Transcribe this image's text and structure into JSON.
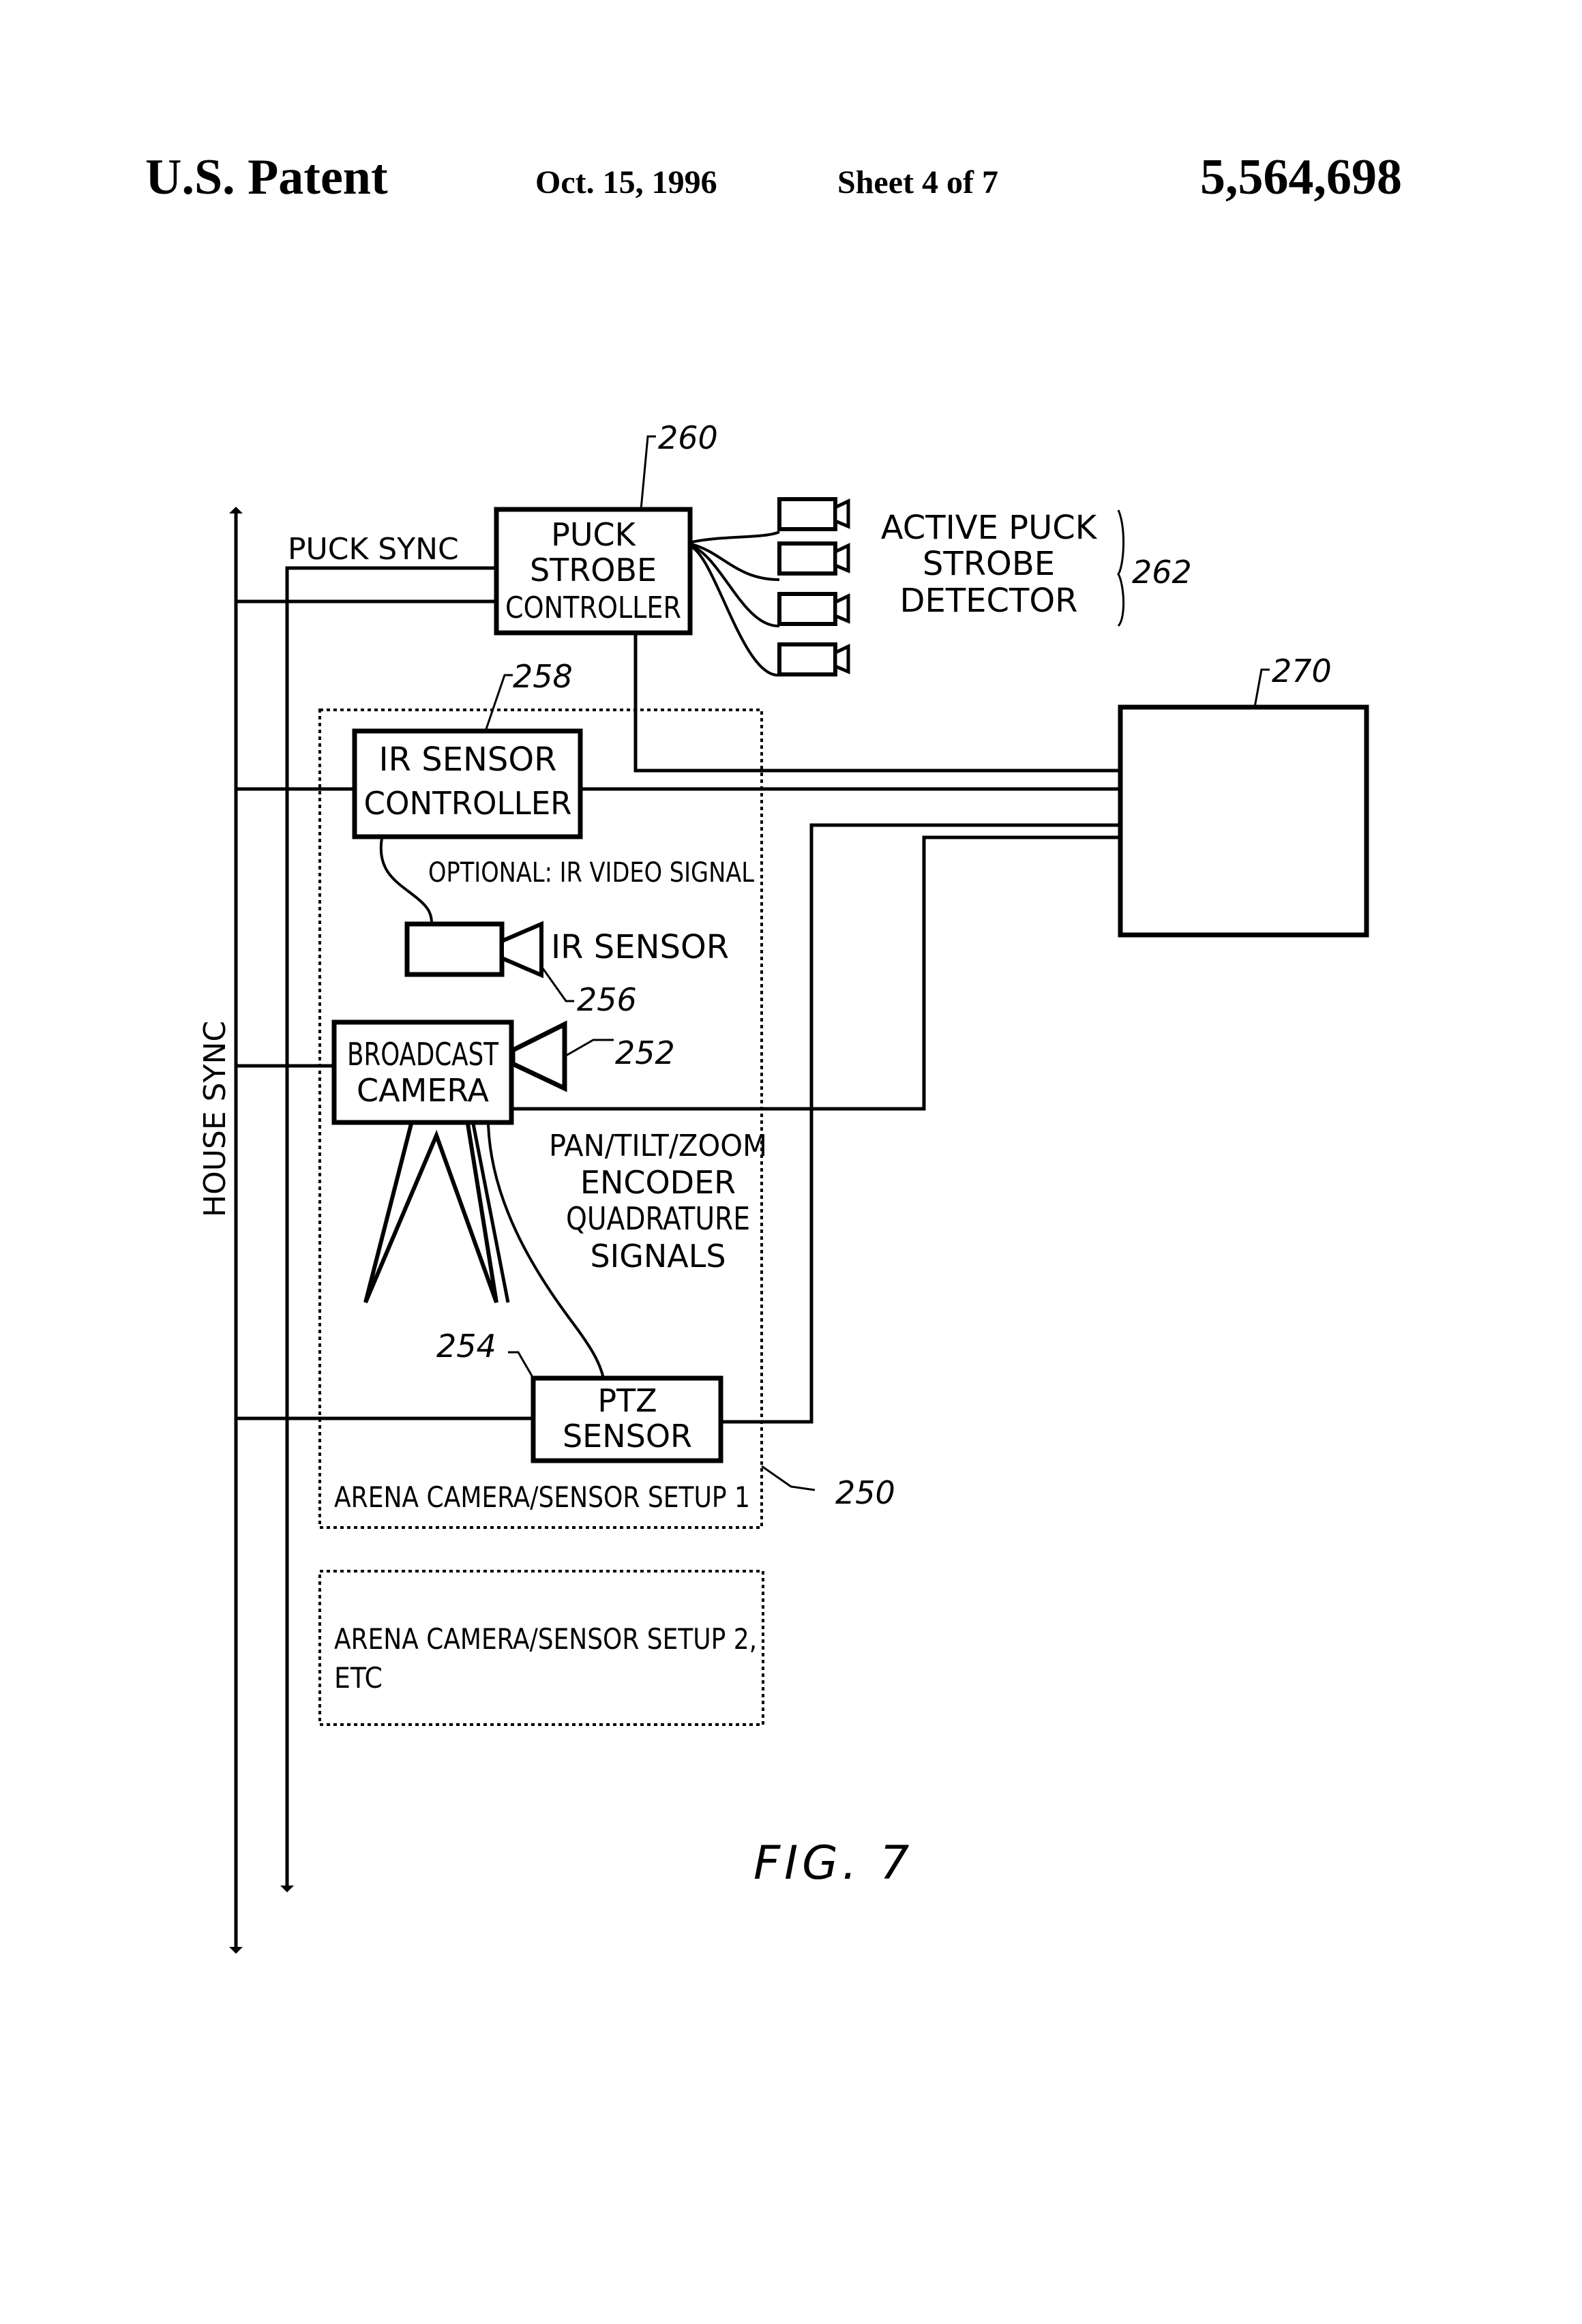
{
  "header": {
    "title": "U.S. Patent",
    "date": "Oct. 15, 1996",
    "sheet": "Sheet 4 of 7",
    "patent_number": "5,564,698"
  },
  "figure": {
    "caption": "FIG. 7",
    "house_sync_label": "HOUSE SYNC",
    "puck_sync_label": "PUCK SYNC",
    "puck_strobe_controller": {
      "lines": [
        "PUCK",
        "STROBE",
        "CONTROLLER"
      ],
      "ref": "260"
    },
    "active_puck_strobe_detector": {
      "lines": [
        "ACTIVE PUCK",
        "STROBE",
        "DETECTOR"
      ],
      "ref": "262",
      "detector_count": 4
    },
    "ir_sensor_controller": {
      "lines": [
        "IR SENSOR",
        "CONTROLLER"
      ],
      "ref": "258"
    },
    "optional_signal_label": "OPTIONAL: IR VIDEO SIGNAL",
    "ir_sensor": {
      "label": "IR SENSOR",
      "ref": "256"
    },
    "broadcast_camera": {
      "lines": [
        "BROADCAST",
        "CAMERA"
      ],
      "ref": "252"
    },
    "ptz_signals_label": [
      "PAN/TILT/ZOOM",
      "ENCODER",
      "QUADRATURE",
      "SIGNALS"
    ],
    "ptz_sensor": {
      "lines": [
        "PTZ",
        "SENSOR"
      ],
      "ref": "254"
    },
    "setup1": {
      "label": "ARENA CAMERA/SENSOR SETUP 1",
      "ref": "250"
    },
    "setup2": {
      "lines": [
        "ARENA CAMERA/SENSOR SETUP 2,",
        "ETC"
      ]
    },
    "processor_box": {
      "ref": "270"
    }
  }
}
